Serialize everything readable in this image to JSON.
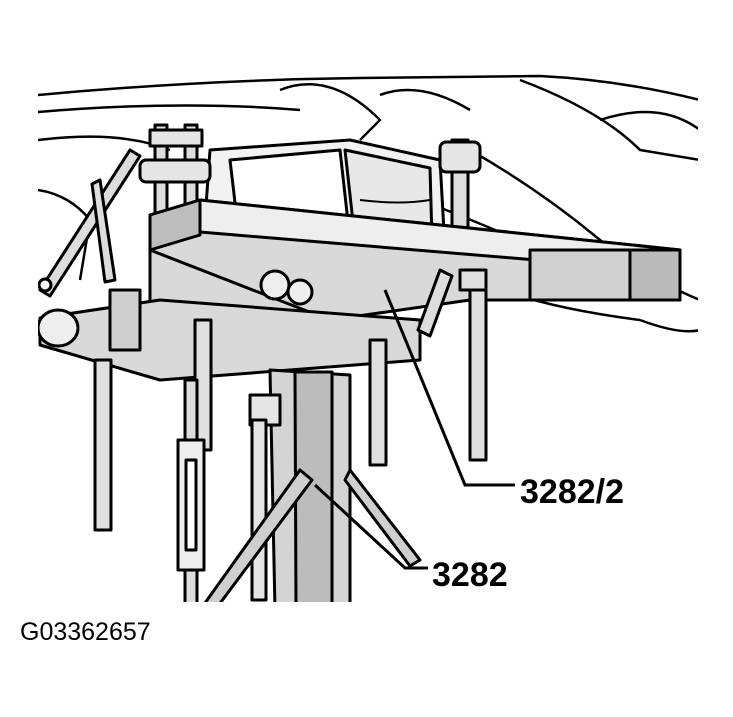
{
  "figure": {
    "callouts": [
      {
        "label": "3282/2"
      },
      {
        "label": "3282"
      }
    ],
    "figure_id": "G03362657"
  },
  "colors": {
    "ink": "#000000",
    "paper": "#ffffff",
    "shade": "#d9d9d9"
  }
}
